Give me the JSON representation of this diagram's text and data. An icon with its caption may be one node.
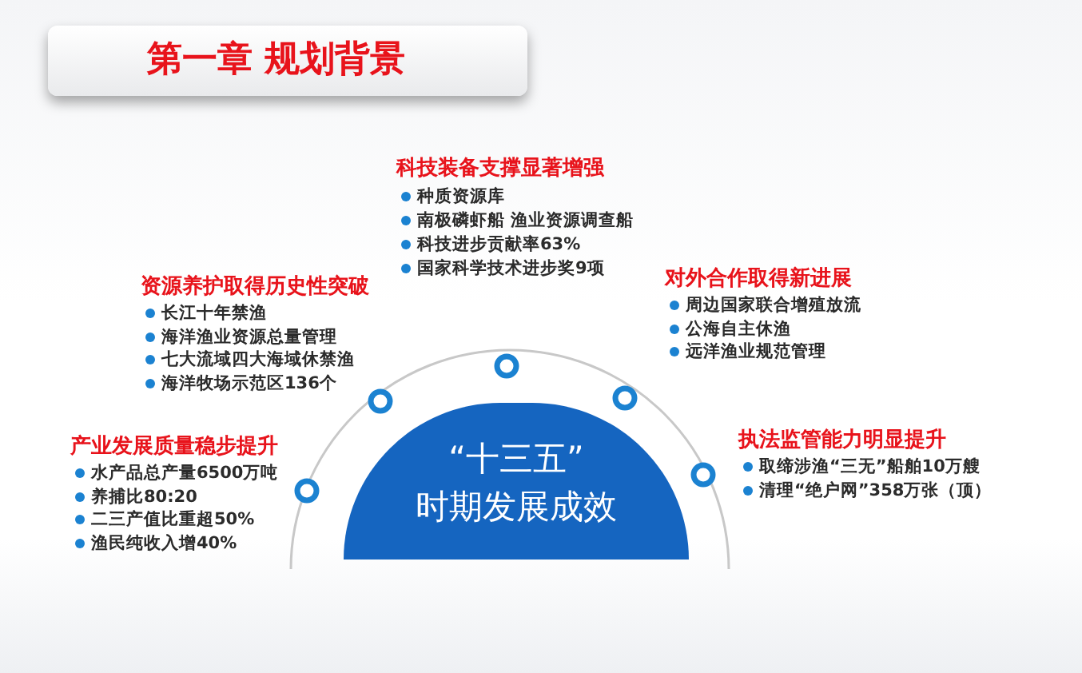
{
  "diagram": {
    "title": "第一章 规划背景",
    "nodes": [
      {
        "text": [
          "“十三五”",
          "时期发展成效"
        ]
      }
    ],
    "labels": [
      "科技装备支撑显著增强",
      "种质资源库",
      "南极磷虾船 渔业资源调查船",
      "科技进步贡献率63%",
      "国家科学技术进步奖9项",
      "资源养护取得历史性突破",
      "长江十年禁渔",
      "海洋渔业资源总量管理",
      "七大流域四大海域休禁渔",
      "海洋牧场示范区136个",
      "对外合作取得新进展",
      "周边国家联合增殖放流",
      "公海自主休渔",
      "远洋渔业规范管理",
      "产业发展质量稳步提升",
      "水产品总产量6500万吨",
      "养捕比80:20",
      "二三产值比重超50%",
      "渔民纯收入增40%",
      "执法监管能力明显提升",
      "取缔涉渔“三无”船舶10万艘",
      "清理“绝户网”358万张（顶）"
    ]
  }
}
